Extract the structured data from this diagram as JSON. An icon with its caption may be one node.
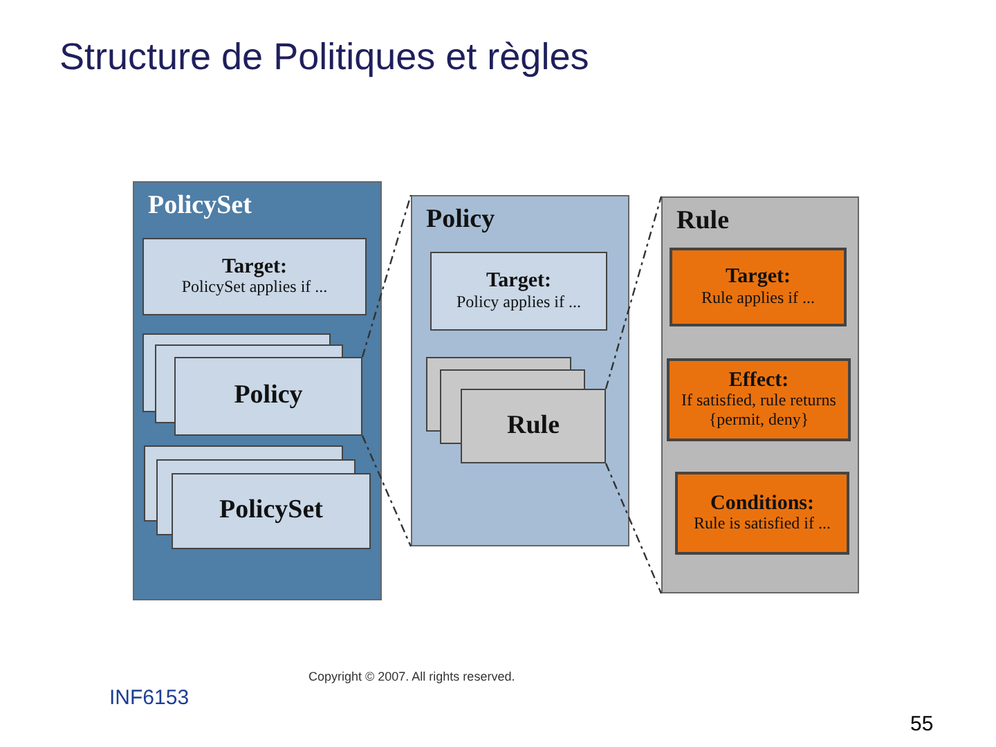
{
  "diagram": {
    "title": "Structure de Politiques et règles",
    "nodes": [
      {
        "text": [
          "PolicySet"
        ]
      },
      {
        "text": [
          "Target:",
          "PolicySet applies if ..."
        ],
        "in": 0
      },
      {
        "text": [
          "Policy"
        ],
        "in": 0
      },
      {
        "text": [
          "PolicySet"
        ],
        "in": 0
      },
      {
        "text": [
          "Policy"
        ]
      },
      {
        "text": [
          "Target:",
          "Policy applies if ..."
        ],
        "in": 4
      },
      {
        "text": [
          "Rule"
        ],
        "in": 4
      },
      {
        "text": [
          "Rule"
        ]
      },
      {
        "text": [
          "Target:",
          "Rule applies if ..."
        ],
        "in": 7
      },
      {
        "text": [
          "Effect:",
          "If satisfied, rule returns {permit, deny}"
        ],
        "in": 7
      },
      {
        "text": [
          "Conditions:",
          "Rule is satisfied if ..."
        ],
        "in": 7
      }
    ],
    "edges": [
      {
        "from": 2,
        "to": 4,
        "arrow": "none",
        "style": "dashed"
      },
      {
        "from": 2,
        "to": 4,
        "arrow": "none",
        "style": "dashed"
      },
      {
        "from": 6,
        "to": 7,
        "arrow": "none",
        "style": "dashed"
      },
      {
        "from": 6,
        "to": 7,
        "arrow": "none",
        "style": "dashed"
      }
    ],
    "labels": [
      "Copyright © 2007. All rights reserved.",
      "INF6153",
      "55"
    ]
  }
}
